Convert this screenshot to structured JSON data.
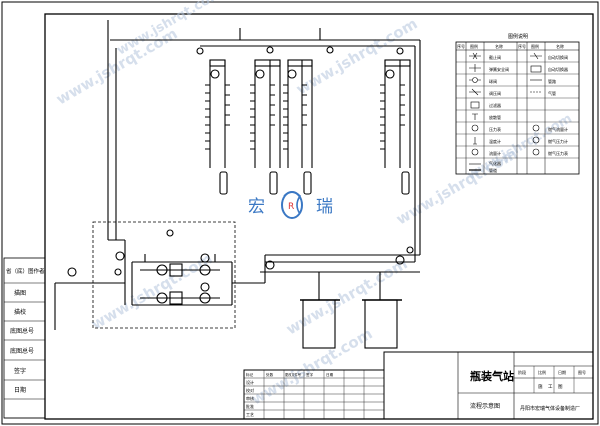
{
  "watermark": {
    "text": "www.jshrqt.com",
    "brand_left": "宏",
    "brand_mark": "R",
    "brand_right": "瑞"
  },
  "left_block": {
    "rows": [
      "省（底）图作者",
      "描图",
      "描校",
      "底图总号",
      "底图总号",
      "签字",
      "日期"
    ]
  },
  "legend": {
    "title": "图例说明",
    "header": [
      "序号",
      "图例",
      "名称",
      "序号",
      "图例",
      "名称"
    ],
    "left": [
      "截止阀",
      "弹簧安全阀",
      "球阀",
      "调压阀",
      "过滤器",
      "放散管",
      "压力表",
      "温度计",
      "流量计",
      "气化器",
      "管道"
    ],
    "right": [
      "自动切换阀",
      "自动切换器",
      "管路",
      "气管",
      "",
      "",
      "燃气流量计",
      "燃气压力计",
      "燃气压力表"
    ]
  },
  "titleblock": {
    "project": "瓶装气站",
    "drawing": "流程示意图",
    "company": "丹阳市宏瑞气体设备制造厂",
    "header_right": [
      "阶段",
      "比例",
      "日期",
      "图号"
    ],
    "sub_right": [
      "施",
      "工",
      "图"
    ],
    "rows_left": [
      "设计",
      "校对",
      "审核",
      "批准",
      "工艺"
    ],
    "cols_left": [
      "标记",
      "处数",
      "更改文件号",
      "签字",
      "日期"
    ]
  },
  "label_colors": {
    "watermark": "#b5c6dd",
    "brand_blue": "#3b78c4",
    "brand_red": "#d33"
  }
}
